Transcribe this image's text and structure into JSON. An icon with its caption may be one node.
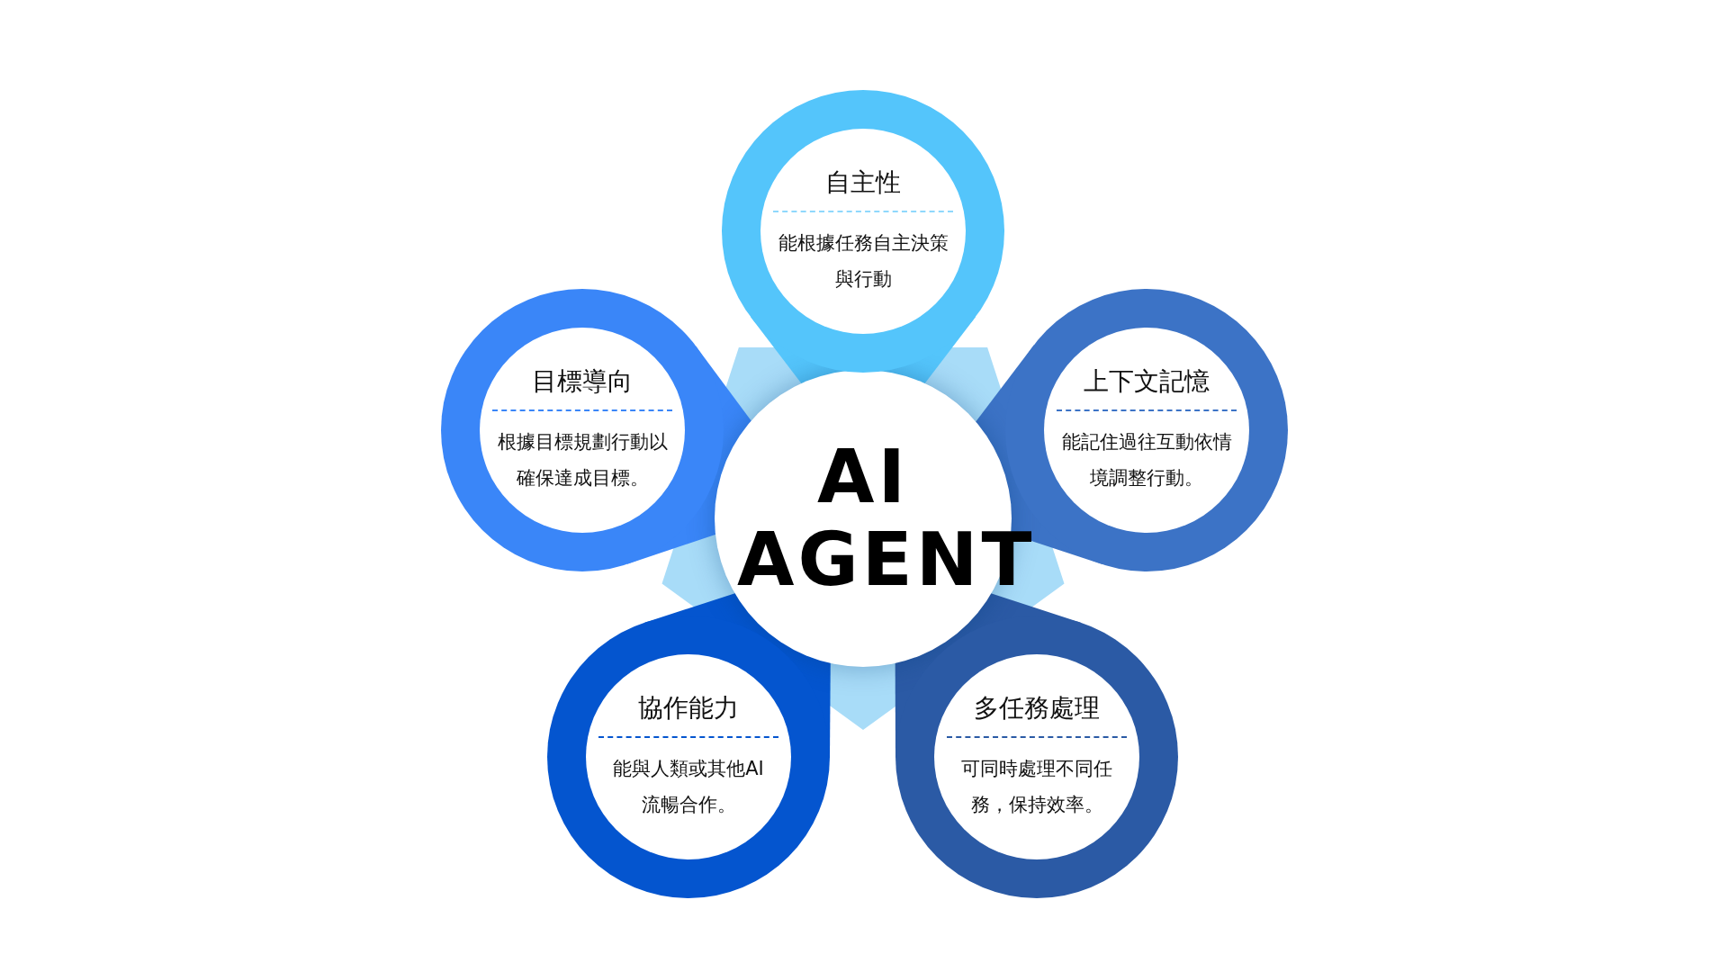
{
  "diagram": {
    "nodes": [
      {
        "text": [
          "AI AGENT"
        ]
      },
      {
        "text": [
          "自主性",
          "能根據任務自主決策與行動"
        ]
      },
      {
        "text": [
          "目標導向",
          "根據目標規劃行動以確保達成目標。"
        ]
      },
      {
        "text": [
          "上下文記憶",
          "能記住過往互動依情境調整行動。"
        ]
      },
      {
        "text": [
          "協作能力",
          "能與人類或其他AI 流暢合作。"
        ]
      },
      {
        "text": [
          "多任務處理",
          "可同時處理不同任務，保持效率。"
        ]
      }
    ]
  }
}
